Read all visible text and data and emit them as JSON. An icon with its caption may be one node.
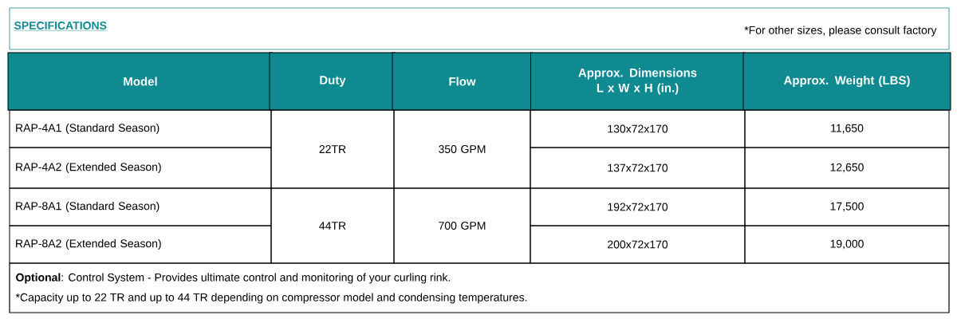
{
  "diagram": {
    "labels": [
      "SPECIFICATIONS",
      "*For other sizes, please consult factory",
      "Model",
      "Duty",
      "Flow",
      "Approx. Dimensions L x W x H (in.)",
      "Approx. Weight (LBS)",
      "RAP-4A1 (Standard Season)",
      "22TR",
      "350 GPM",
      "130x72x170",
      "11,650",
      "RAP-4A2 (Extended Season)",
      "137x72x170",
      "12,650",
      "RAP-8A1 (Standard Season)",
      "44TR",
      "700 GPM",
      "192x72x170",
      "17,500",
      "RAP-8A2 (Extended Season)",
      "200x72x170",
      "19,000",
      "**Optional**: Control System - Provides ultimate control and monitoring of your curling rink.",
      "*Capacity up to 22 TR and up to 44 TR depending on compressor model and condensing temperatures."
    ]
  }
}
